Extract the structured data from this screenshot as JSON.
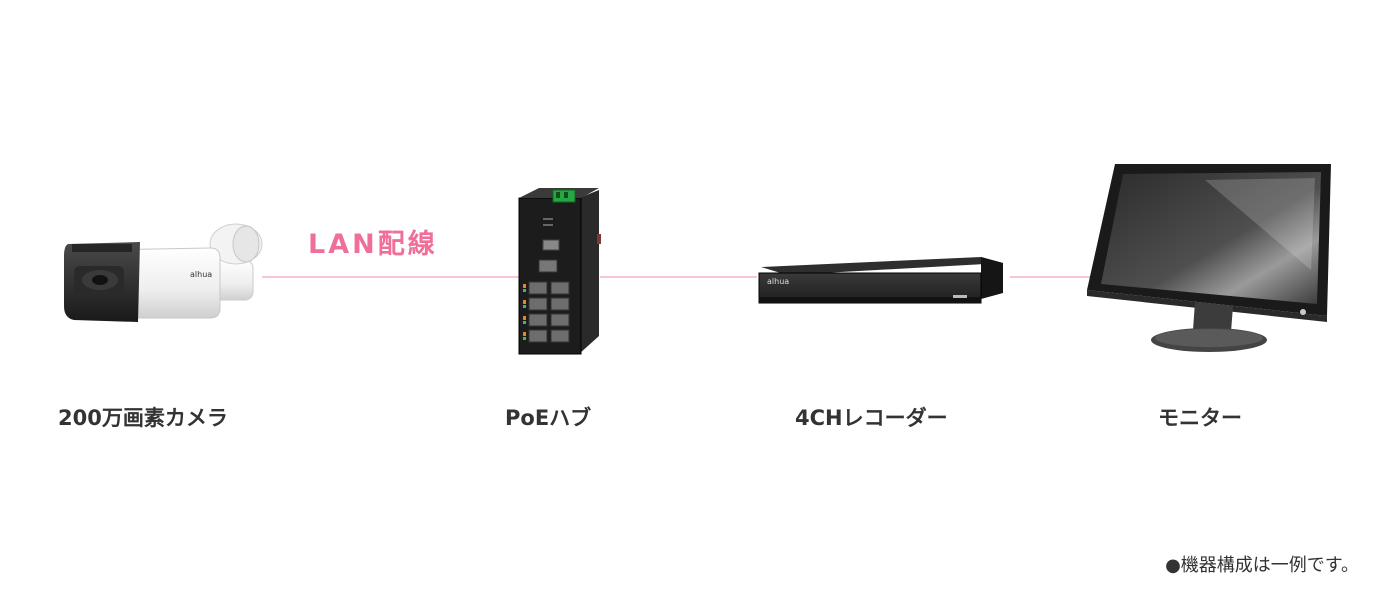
{
  "connection": {
    "label": "LAN配線",
    "line_color": "#f6c6d6",
    "label_color": "#ef6f98"
  },
  "devices": [
    {
      "name": "camera",
      "caption": "200万画素カメラ",
      "brand": "alhua",
      "icon": "bullet-camera-icon"
    },
    {
      "name": "poe-hub",
      "caption": "PoEハブ",
      "icon": "poe-switch-icon"
    },
    {
      "name": "recorder",
      "caption": "4CHレコーダー",
      "brand": "alhua",
      "icon": "recorder-icon"
    },
    {
      "name": "monitor",
      "caption": "モニター",
      "icon": "monitor-icon"
    }
  ],
  "footnote": "●機器構成は一例です。"
}
